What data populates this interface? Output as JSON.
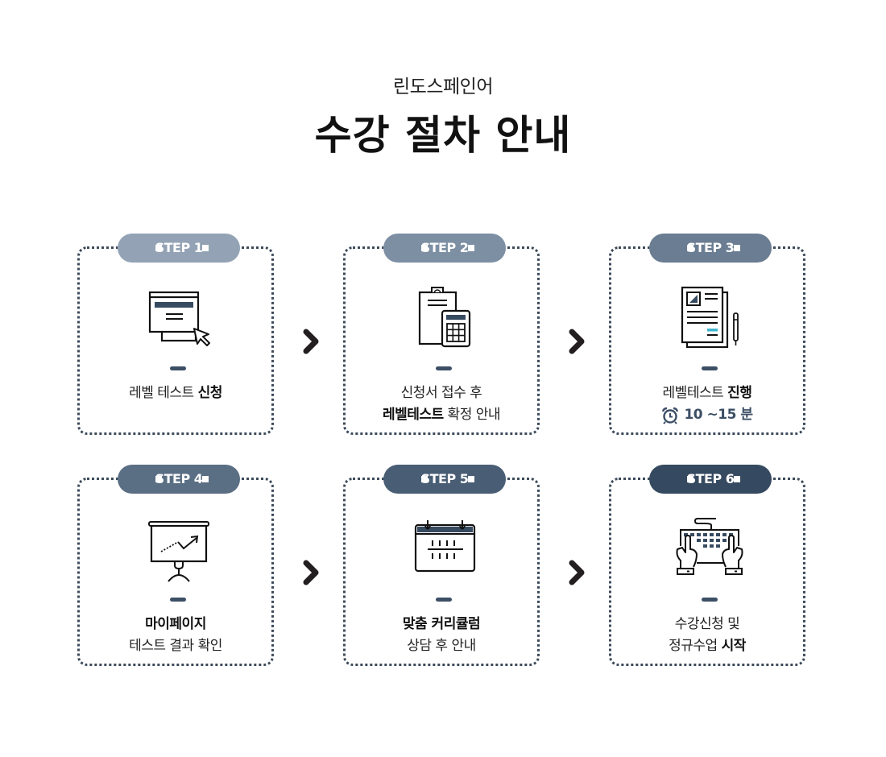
{
  "header": {
    "subtitle": "린도스페인어",
    "title": "수강 절차 안내"
  },
  "steps": [
    {
      "label": "STEP 1",
      "color": "#93a3b5",
      "icon": "web-form-click-icon",
      "lines": [
        {
          "normal": "레벨 테스트 ",
          "bold": "신청",
          "after": ""
        }
      ]
    },
    {
      "label": "STEP 2",
      "color": "#7d8fa3",
      "icon": "clipboard-calculator-icon",
      "lines": [
        {
          "normal": "신청서 접수 후",
          "bold": "",
          "after": ""
        },
        {
          "normal": "",
          "bold": "레벨테스트",
          "after": " 확정 안내"
        }
      ]
    },
    {
      "label": "STEP 3",
      "color": "#6a7d92",
      "icon": "document-pen-icon",
      "lines": [
        {
          "normal": "레벨테스트 ",
          "bold": "진행",
          "after": ""
        }
      ],
      "duration": "10 ~15 분"
    },
    {
      "label": "STEP 4",
      "color": "#5a6e84",
      "icon": "presentation-chart-icon",
      "lines": [
        {
          "normal": "",
          "bold": "마이페이지",
          "after": ""
        },
        {
          "normal": "테스트 결과 확인",
          "bold": "",
          "after": ""
        }
      ]
    },
    {
      "label": "STEP 5",
      "color": "#495e75",
      "icon": "calendar-icon",
      "lines": [
        {
          "normal": "",
          "bold": "맞춤 커리큘럼",
          "after": ""
        },
        {
          "normal": "상담 후 안내",
          "bold": "",
          "after": ""
        }
      ]
    },
    {
      "label": "STEP 6",
      "color": "#354a60",
      "icon": "keyboard-typing-icon",
      "lines": [
        {
          "normal": "수강신청 및",
          "bold": "",
          "after": ""
        },
        {
          "normal": "정규수업 ",
          "bold": "시작",
          "after": ""
        }
      ]
    }
  ]
}
